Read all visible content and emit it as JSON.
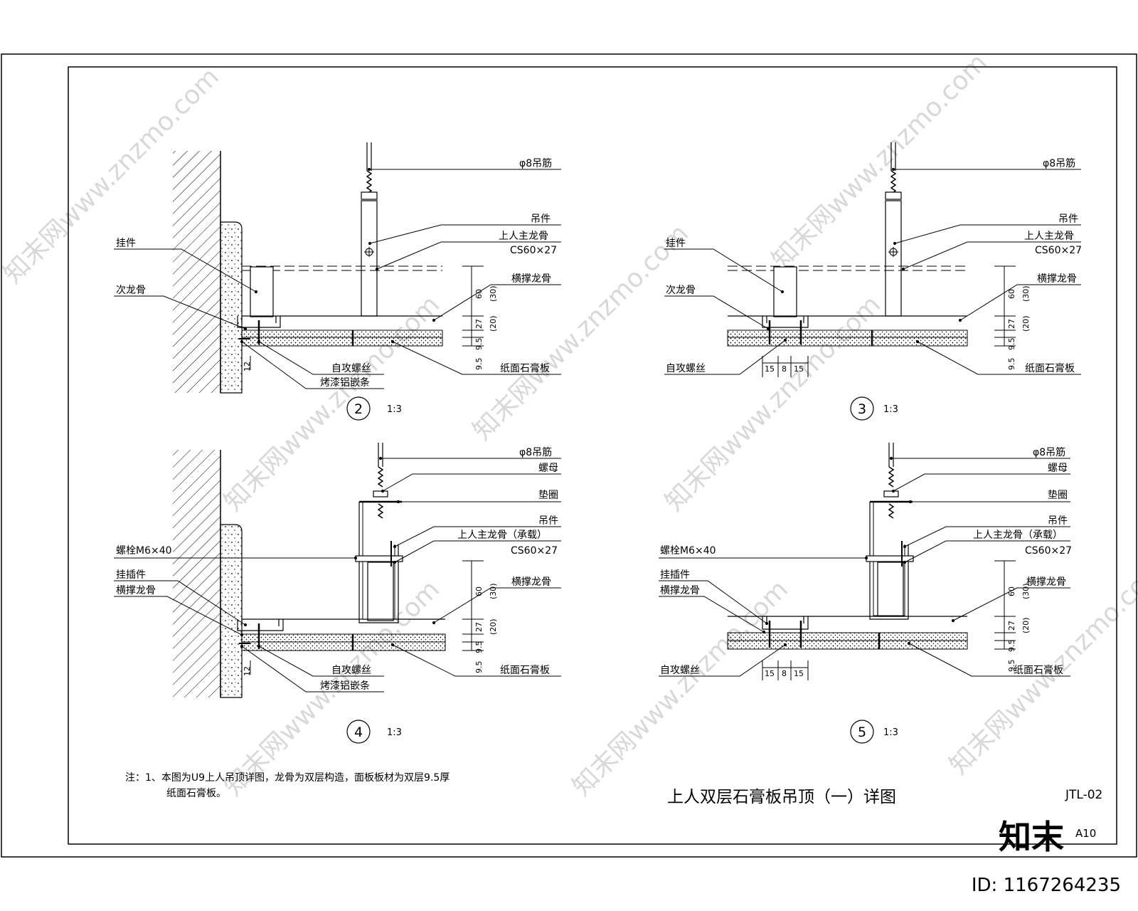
{
  "drawing": {
    "title": "上人双层石膏板吊顶（一）详图",
    "code": "JTL-02",
    "sheet": "A10",
    "note_line1": "注：1、本图为U9上人吊顶详图，龙骨为双层构造，面板板材为双层9.5厚",
    "note_line2": "纸面石膏板。"
  },
  "details": {
    "d2": {
      "number": "2",
      "scale": "1:3",
      "labels": {
        "rod": "φ8吊筋",
        "hanger": "吊件",
        "main_keel": "上人主龙骨",
        "main_keel_spec": "CS60×27",
        "hook": "挂件",
        "sub_keel": "次龙骨",
        "brace_keel": "横撑龙骨",
        "screw": "自攻螺丝",
        "strip": "烤漆铝嵌条",
        "board": "纸面石膏板"
      },
      "dims": {
        "d60": "60",
        "d30": "(30)",
        "d27": "27",
        "d20": "(20)",
        "d95a": "9.5",
        "d95b": "9.5",
        "d12": "12"
      }
    },
    "d3": {
      "number": "3",
      "scale": "1:3",
      "labels": {
        "rod": "φ8吊筋",
        "hanger": "吊件",
        "main_keel": "上人主龙骨",
        "main_keel_spec": "CS60×27",
        "hook": "挂件",
        "sub_keel": "次龙骨",
        "brace_keel": "横撑龙骨",
        "screw": "自攻螺丝",
        "board": "纸面石膏板"
      },
      "dims": {
        "d60": "60",
        "d30": "(30)",
        "d27": "27",
        "d20": "(20)",
        "d95a": "9.5",
        "d95b": "9.5",
        "d15a": "15",
        "d8": "8",
        "d15b": "15"
      }
    },
    "d4": {
      "number": "4",
      "scale": "1:3",
      "labels": {
        "rod": "φ8吊筋",
        "nut": "螺母",
        "washer": "垫圈",
        "hanger": "吊件",
        "main_keel": "上人主龙骨（承载）",
        "main_keel_spec": "CS60×27",
        "bolt": "螺栓M6×40",
        "insert": "挂插件",
        "brace_keel": "横撑龙骨",
        "brace_keel_r": "横撑龙骨",
        "screw": "自攻螺丝",
        "strip": "烤漆铝嵌条",
        "board": "纸面石膏板"
      },
      "dims": {
        "d60": "60",
        "d30": "(30)",
        "d27": "27",
        "d20": "(20)",
        "d95a": "9.5",
        "d95b": "9.5",
        "d12": "12"
      }
    },
    "d5": {
      "number": "5",
      "scale": "1:3",
      "labels": {
        "rod": "φ8吊筋",
        "nut": "螺母",
        "washer": "垫圈",
        "hanger": "吊件",
        "main_keel": "上人主龙骨（承载）",
        "main_keel_spec": "CS60×27",
        "bolt": "螺栓M6×40",
        "insert": "挂插件",
        "brace_keel": "横撑龙骨",
        "brace_keel_r": "横撑龙骨",
        "screw": "自攻螺丝",
        "board": "纸面石膏板"
      },
      "dims": {
        "d60": "60",
        "d30": "(30)",
        "d27": "27",
        "d20": "(20)",
        "d95a": "9.5",
        "d95b": "9.5",
        "d15a": "15",
        "d8": "8",
        "d15b": "15"
      }
    }
  },
  "watermark": {
    "brand": "知末",
    "id_text": "ID: 1167264235",
    "site": "知末网www.znzmo.com"
  }
}
